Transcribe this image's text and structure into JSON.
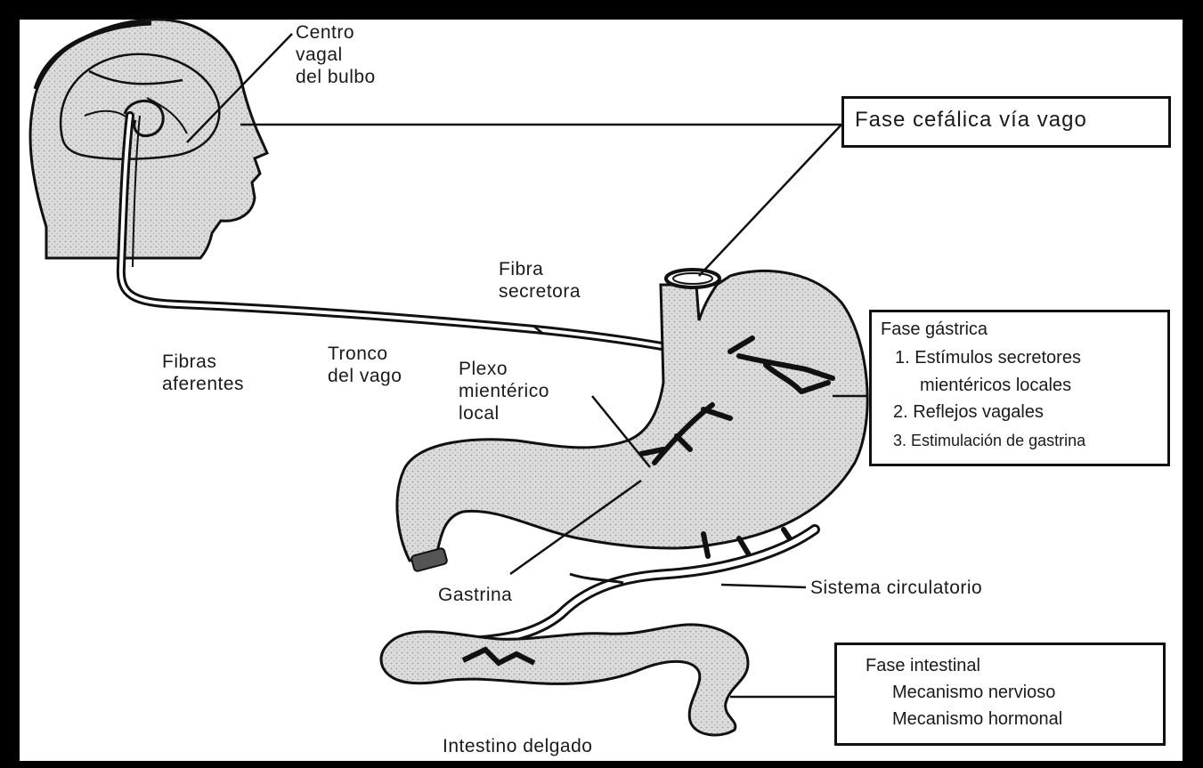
{
  "labels": {
    "centro_line1": "Centro",
    "centro_line2": "vagal",
    "centro_line3": "del bulbo",
    "fibra_line1": "Fibra",
    "fibra_line2": "secretora",
    "fibras_line1": "Fibras",
    "fibras_line2": "aferentes",
    "tronco_line1": "Tronco",
    "tronco_line2": "del vago",
    "plexo_line1": "Plexo",
    "plexo_line2": "mientérico",
    "plexo_line3": "local",
    "gastrina": "Gastrina",
    "sistema": "Sistema circulatorio",
    "intestino": "Intestino delgado"
  },
  "boxes": {
    "cefalica": {
      "title": "Fase cefálica vía vago"
    },
    "gastrica": {
      "title": "Fase gástrica",
      "items": [
        "1. Estímulos secretores",
        "mientéricos locales",
        "2. Reflejos vagales",
        "3. Estimulación de gastrina"
      ]
    },
    "intestinal": {
      "title": "Fase intestinal",
      "items": [
        "Mecanismo nervioso",
        "Mecanismo hormonal"
      ]
    }
  },
  "colors": {
    "border": "#000000",
    "paper": "#ffffff",
    "organ_fill": "#d9d9d9",
    "ink": "#1a1a1a"
  }
}
